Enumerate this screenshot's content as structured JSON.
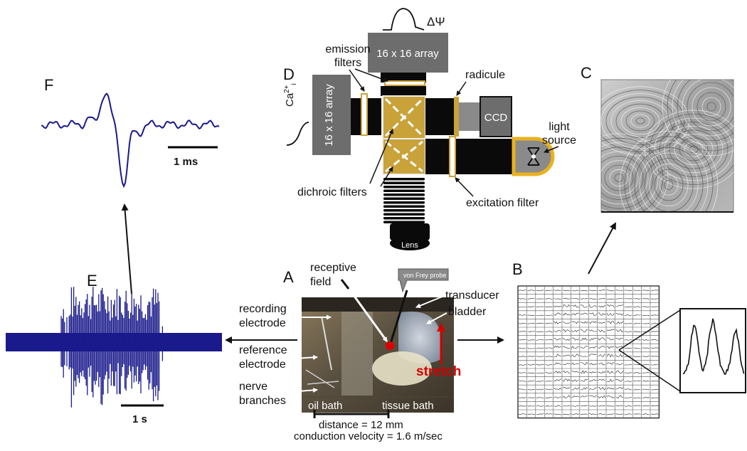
{
  "panels": {
    "a": "A",
    "b": "B",
    "c": "C",
    "d": "D",
    "e": "E",
    "f": "F"
  },
  "panel_f": {
    "scale_label": "1 ms"
  },
  "panel_e": {
    "scale_label": "1 s"
  },
  "panel_d": {
    "top_signal_label": "ΔΨ",
    "top_array_label": "16 x 16 array",
    "left_array_label": "16 x 16 array",
    "left_signal_label": "Ca",
    "left_signal_sup": "2+",
    "left_signal_sub": "i",
    "emission_label_1": "emission",
    "emission_label_2": "filters",
    "radicule_label": "radicule",
    "ccd_label": "CCD",
    "light_label_1": "light",
    "light_label_2": "source",
    "dichroic_label": "dichroic filters",
    "excitation_label": "excitation filter",
    "lens_label": "Lens"
  },
  "panel_a": {
    "receptive_1": "receptive",
    "receptive_2": "field",
    "probe_label": "von Frey probe",
    "transducer_label": "transducer",
    "bladder_label": "bladder",
    "stretch_label": "stretch",
    "recording_1": "recording",
    "recording_2": "electrode",
    "reference_1": "reference",
    "reference_2": "electrode",
    "nerve_1": "nerve",
    "nerve_2": "branches",
    "oil_bath": "oil bath",
    "tissue_bath": "tissue bath",
    "distance": "distance = 12 mm",
    "velocity": "conduction velocity = 1.6 m/sec"
  },
  "colors": {
    "trace": "#1a1a8c",
    "gold": "#c9a23a",
    "stretch": "#d40000",
    "array_gray": "#6d6d6d",
    "tube": "#0a0a0a"
  }
}
